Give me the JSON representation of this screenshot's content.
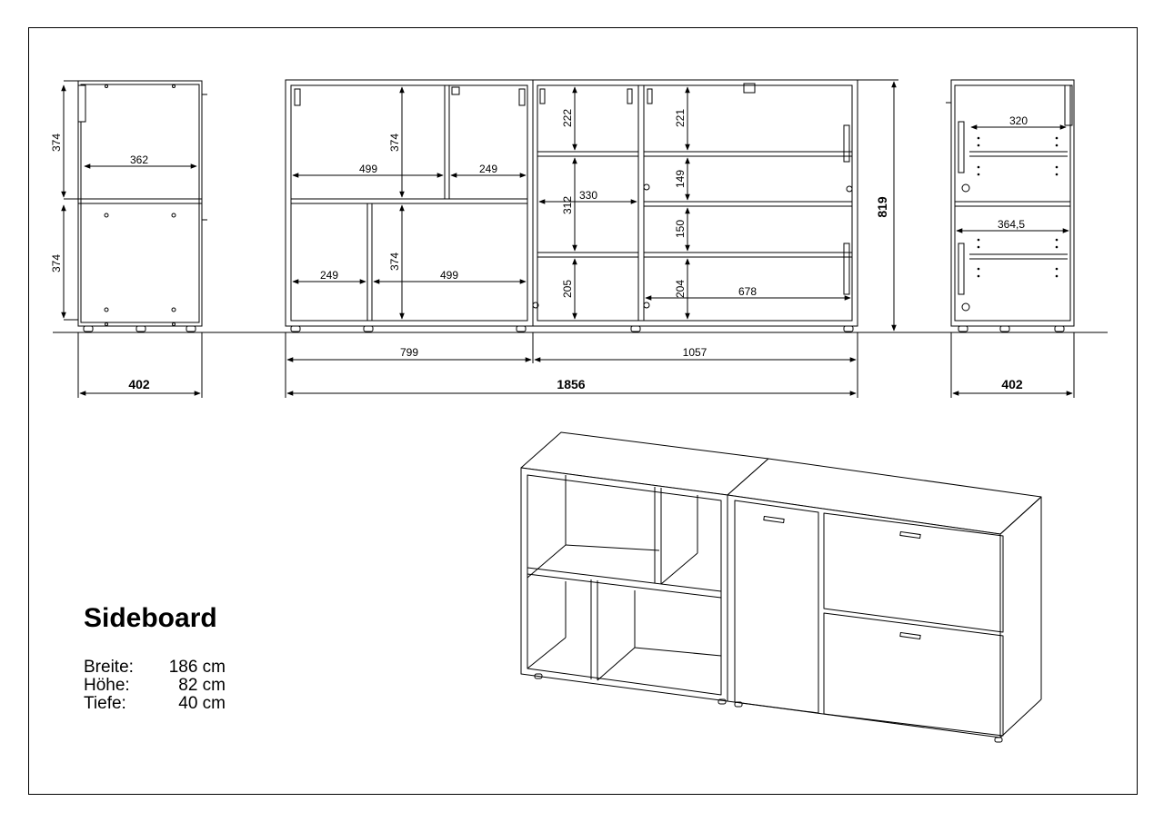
{
  "title": "Sideboard",
  "specs": [
    {
      "label": "Breite:",
      "value": "186 cm"
    },
    {
      "label": "Höhe:",
      "value": "82 cm"
    },
    {
      "label": "Tiefe:",
      "value": "40 cm"
    }
  ],
  "dimensions": {
    "left_side_top_height": "374",
    "left_side_bottom_height": "374",
    "left_side_inner_width": "362",
    "left_side_depth": "402",
    "open_top_left_width": "499",
    "open_top_right_width": "249",
    "open_top_height": "374",
    "open_bottom_left_width": "249",
    "open_bottom_right_width": "499",
    "open_bottom_height": "374",
    "open_unit_width": "799",
    "closed_h1": "222",
    "closed_h2": "312",
    "closed_h3": "205",
    "closed_left_width": "330",
    "closed_r1": "221",
    "closed_r2": "149",
    "closed_r3": "150",
    "closed_r4": "204",
    "closed_right_width": "678",
    "closed_unit_width": "1057",
    "total_height": "819",
    "total_width": "1856",
    "right_side_top_width": "320",
    "right_side_bottom_width": "364,5",
    "right_side_depth": "402"
  }
}
